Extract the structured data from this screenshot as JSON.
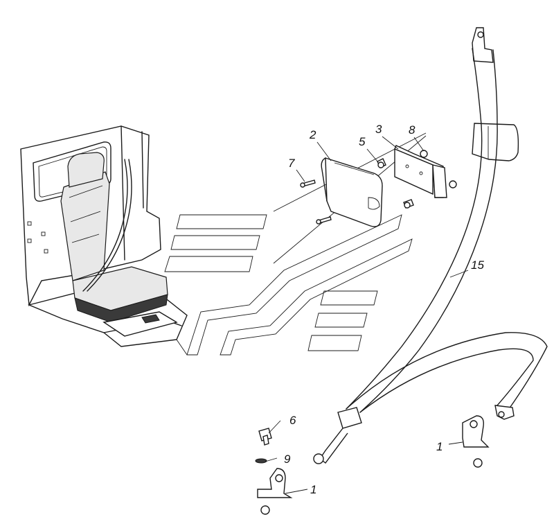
{
  "callouts": [
    {
      "id": "c2",
      "text": "2"
    },
    {
      "id": "c7",
      "text": "7"
    },
    {
      "id": "c5",
      "text": "5"
    },
    {
      "id": "c3",
      "text": "3"
    },
    {
      "id": "c8",
      "text": "8"
    },
    {
      "id": "c15",
      "text": "15"
    },
    {
      "id": "c6",
      "text": "6"
    },
    {
      "id": "c9",
      "text": "9"
    },
    {
      "id": "c1a",
      "text": "1"
    },
    {
      "id": "c1b",
      "text": "1"
    }
  ]
}
